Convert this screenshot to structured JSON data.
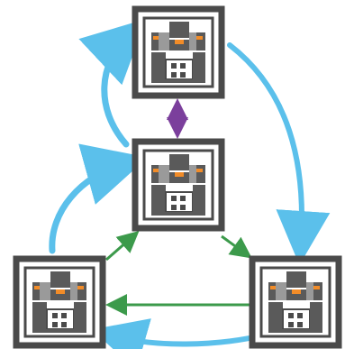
{
  "diagram": {
    "nodes": [
      {
        "id": "top",
        "icon": "datacenter-icon"
      },
      {
        "id": "center",
        "icon": "datacenter-icon"
      },
      {
        "id": "bottom-left",
        "icon": "datacenter-icon"
      },
      {
        "id": "bottom-right",
        "icon": "datacenter-icon"
      }
    ],
    "edges": [
      {
        "from": "center",
        "to": "top",
        "style": "bidirectional",
        "color": "#7B3F9C"
      },
      {
        "from": "bottom-left",
        "to": "center",
        "style": "arrow",
        "color": "#3C9A4B"
      },
      {
        "from": "center",
        "to": "bottom-right",
        "style": "arrow",
        "color": "#3C9A4B"
      },
      {
        "from": "bottom-right",
        "to": "bottom-left",
        "style": "arrow",
        "color": "#3C9A4B"
      },
      {
        "from": "center",
        "to": "top",
        "style": "curved-arrow",
        "color": "#5BC0EB"
      },
      {
        "from": "top",
        "to": "bottom-right",
        "style": "curved-arrow",
        "color": "#5BC0EB"
      },
      {
        "from": "bottom-left",
        "to": "center",
        "style": "curved-arrow",
        "color": "#5BC0EB"
      },
      {
        "from": "bottom-right",
        "to": "bottom-left",
        "style": "curved-arrow",
        "color": "#5BC0EB"
      }
    ],
    "colors": {
      "frame": "#4A4A4A",
      "server_dark": "#5A5A5A",
      "server_light": "#9A9A9A",
      "accent": "#F28C28",
      "background": "#FFFFFF"
    }
  }
}
